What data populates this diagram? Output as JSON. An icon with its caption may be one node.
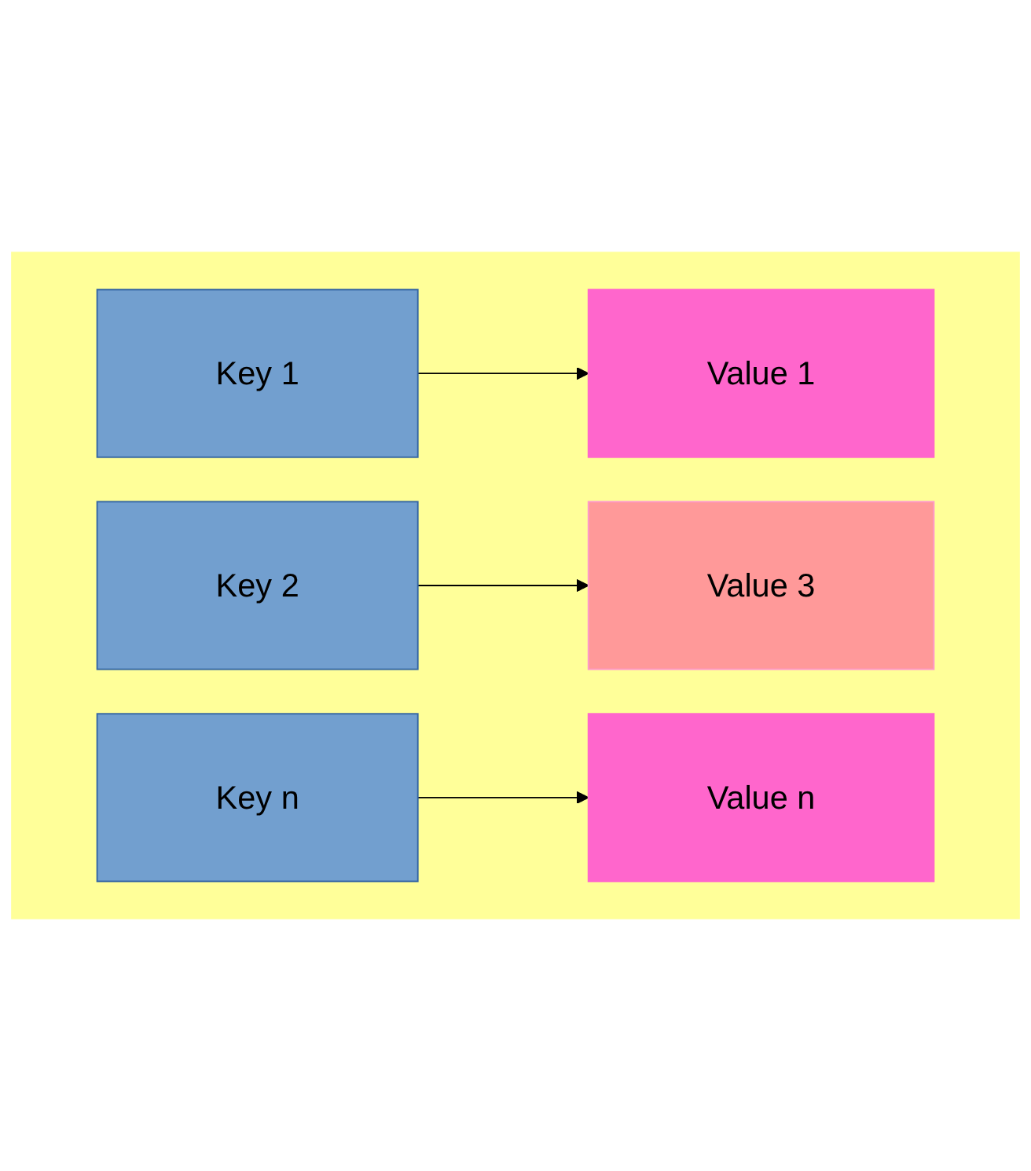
{
  "diagram": {
    "nodes": [
      {
        "text": [],
        "shape": "box"
      },
      {
        "text": [
          "Key 1"
        ],
        "in": 0
      },
      {
        "text": [
          "Value 1"
        ],
        "in": 0
      },
      {
        "text": [
          "Key 2"
        ],
        "in": 0
      },
      {
        "text": [
          "Value 3"
        ],
        "in": 0
      },
      {
        "text": [
          "Key n"
        ],
        "in": 0
      },
      {
        "text": [
          "Value n"
        ],
        "in": 0
      }
    ],
    "edges": [
      {
        "from": 1,
        "to": 2,
        "arrow": "to"
      },
      {
        "from": 3,
        "to": 4,
        "arrow": "to"
      },
      {
        "from": 5,
        "to": 6,
        "arrow": "to"
      }
    ]
  }
}
